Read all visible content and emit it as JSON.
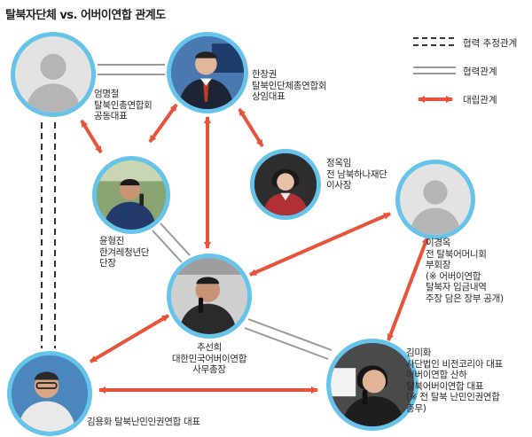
{
  "title": "탈북자단체 vs. 어버이연합 관계도",
  "colors": {
    "circle_border": "#66c3ea",
    "conflict": "#e8533b",
    "cooperation": "#9a9a9a",
    "presumed": "#333333"
  },
  "legend": [
    {
      "type": "presumed",
      "label": "협력 추정관계"
    },
    {
      "type": "cooperation",
      "label": "협력관계"
    },
    {
      "type": "conflict",
      "label": "대립관계"
    }
  ],
  "people": [
    {
      "id": "eom",
      "photo": "silhouette-icon",
      "lines": [
        "엄명철",
        "탈북인총연합회",
        "공동대표"
      ]
    },
    {
      "id": "han",
      "photo": "photo",
      "lines": [
        "한창권",
        "탈북인단체총연합회",
        "상임대표"
      ]
    },
    {
      "id": "jung",
      "photo": "photo",
      "lines": [
        "정옥임",
        "전 남북하나재단",
        "이사장"
      ]
    },
    {
      "id": "yoon",
      "photo": "photo",
      "lines": [
        "윤형진",
        "한겨레청년단",
        "단장"
      ]
    },
    {
      "id": "lee",
      "photo": "silhouette-icon",
      "lines": [
        "이경옥",
        "전 탈북어머니회",
        "부회장",
        "(※ 어버이연합",
        "탈북자 입금내역",
        "주장 담은 장부 공개)"
      ]
    },
    {
      "id": "choo",
      "photo": "photo",
      "lines": [
        "추선희",
        "대한민국어버이연합",
        "사무총장"
      ]
    },
    {
      "id": "kimy",
      "photo": "photo",
      "lines": [
        "김용화 탈북난민인권연합 대표"
      ]
    },
    {
      "id": "kimm",
      "photo": "photo",
      "lines": [
        "김미화",
        "사단법인 비전코리아 대표",
        "어버이연합 산하",
        "탈북어버이연합 대표",
        "(※ 전 탈북 난민인권연합",
        "총무)"
      ]
    }
  ]
}
